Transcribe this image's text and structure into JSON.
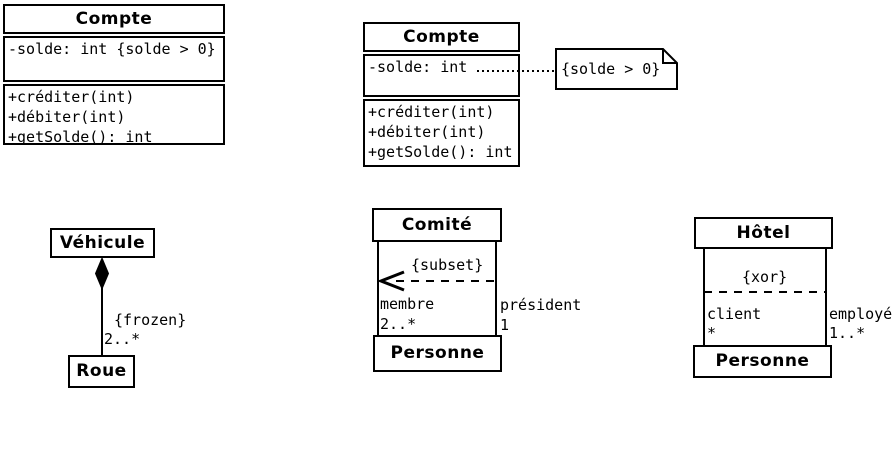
{
  "compte_left": {
    "title": "Compte",
    "attributes": [
      "-solde: int {solde > 0}"
    ],
    "methods": [
      "+créditer(int)",
      "+débiter(int)",
      "+getSolde(): int"
    ]
  },
  "compte_note": {
    "title": "Compte",
    "attributes": [
      "-solde: int"
    ],
    "methods": [
      "+créditer(int)",
      "+débiter(int)",
      "+getSolde(): int"
    ],
    "note": "{solde > 0}"
  },
  "vehicule": {
    "whole": "Véhicule",
    "part": "Roue",
    "constraint": "{frozen}",
    "multiplicity": "2..*"
  },
  "comite": {
    "top_class": "Comité",
    "bottom_class": "Personne",
    "constraint": "{subset}",
    "left_role": "membre",
    "left_multiplicity": "2..*",
    "right_role": "président",
    "right_multiplicity": "1"
  },
  "hotel": {
    "top_class": "Hôtel",
    "bottom_class": "Personne",
    "constraint": "{xor}",
    "left_role": "client",
    "left_multiplicity": "*",
    "right_role": "employé",
    "right_multiplicity": "1..*"
  },
  "colors": {
    "line": "#000000",
    "background": "#ffffff"
  }
}
